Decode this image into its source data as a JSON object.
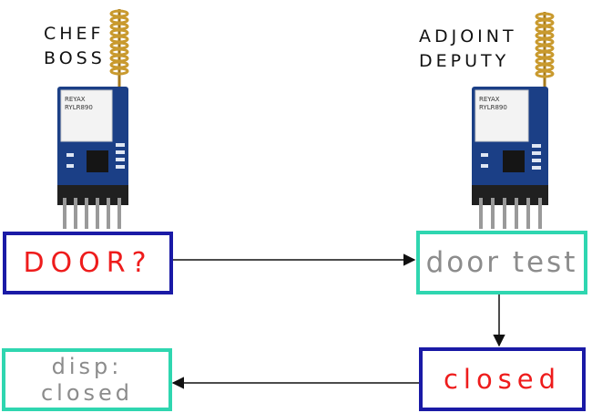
{
  "labels": {
    "left_line1": "CHEF",
    "left_line2": "BOSS",
    "right_line1": "ADJOINT",
    "right_line2": "DEPUTY"
  },
  "module_chip": {
    "brand": "REYAX",
    "model": "RYLR890"
  },
  "boxes": {
    "door_query": "DOOR?",
    "door_test": "door test",
    "closed": "closed",
    "display_line1": "disp:",
    "display_line2": "closed"
  },
  "colors": {
    "blue_border": "#1a1aa6",
    "teal_border": "#2fd6b0",
    "red_text": "#ee1c1c",
    "gray_text": "#8c8c8c",
    "pcb_blue": "#1b3f86",
    "antenna_gold": "#c99a2e",
    "arrow": "#111111"
  }
}
